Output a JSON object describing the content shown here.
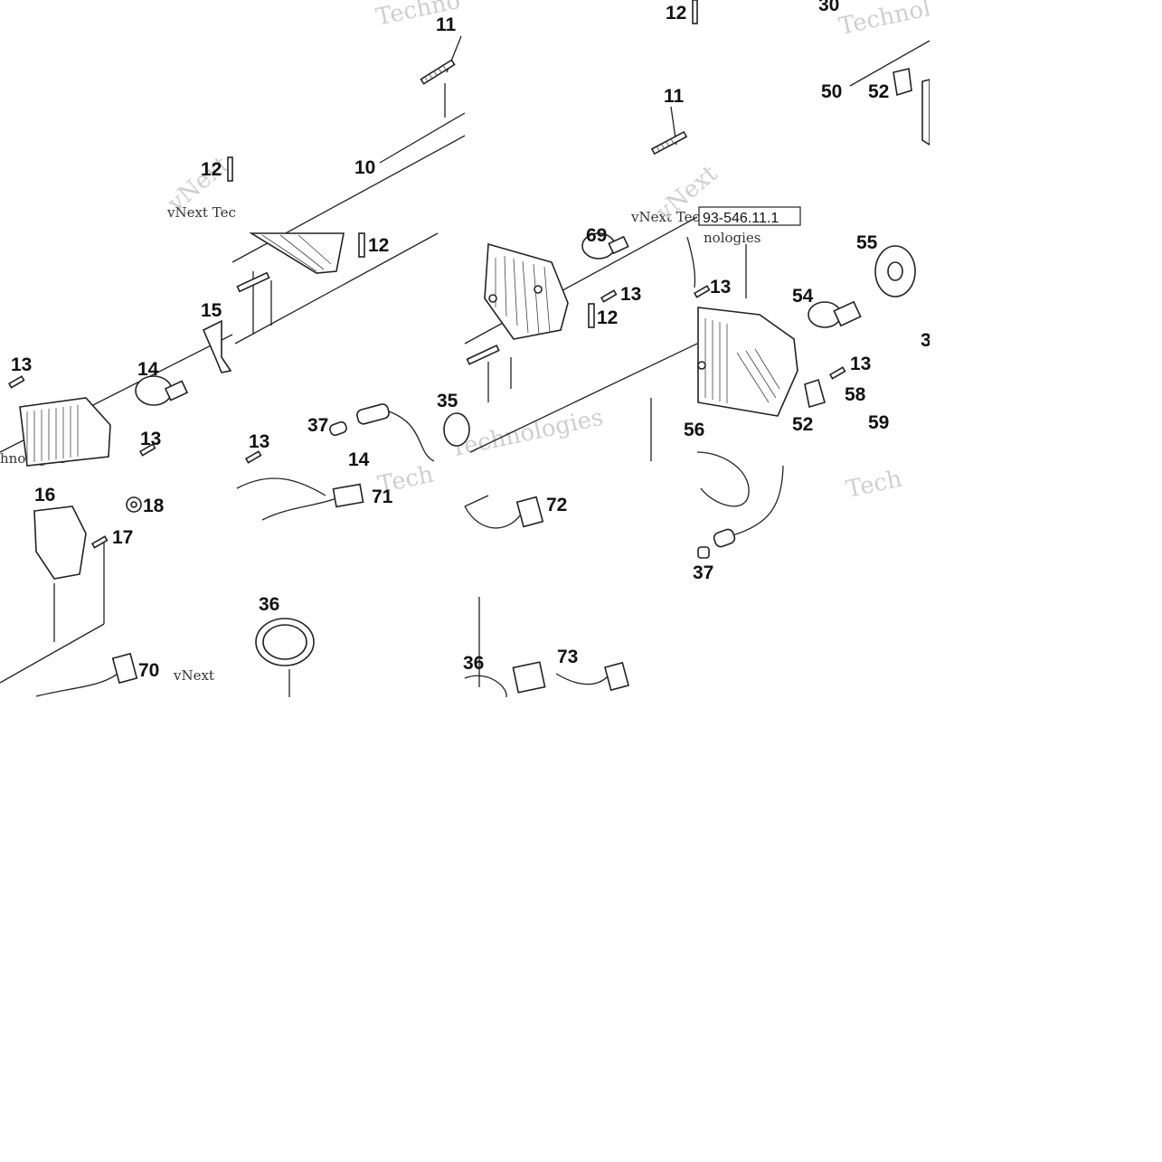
{
  "reference_code": "93-546.11.1",
  "watermarks": [
    {
      "text": "Techno"
    },
    {
      "text": "Technologies"
    },
    {
      "text": "Technologies"
    },
    {
      "text": "Tech"
    },
    {
      "text": "Tech"
    },
    {
      "text": "vNext Tec"
    },
    {
      "text": "vNext Tec"
    },
    {
      "text": "vNext"
    },
    {
      "text": "vNext"
    },
    {
      "text": "vNext"
    },
    {
      "text": "nologies"
    },
    {
      "text": "hnologies"
    }
  ],
  "callouts": [
    {
      "label": "11"
    },
    {
      "label": "10"
    },
    {
      "label": "12"
    },
    {
      "label": "12"
    },
    {
      "label": "11"
    },
    {
      "label": "30"
    },
    {
      "label": "50"
    },
    {
      "label": "52"
    },
    {
      "label": "12"
    },
    {
      "label": "13"
    },
    {
      "label": "14"
    },
    {
      "label": "15"
    },
    {
      "label": "13"
    },
    {
      "label": "13"
    },
    {
      "label": "37"
    },
    {
      "label": "14"
    },
    {
      "label": "35"
    },
    {
      "label": "69"
    },
    {
      "label": "13"
    },
    {
      "label": "12"
    },
    {
      "label": "13"
    },
    {
      "label": "55"
    },
    {
      "label": "54"
    },
    {
      "label": "13"
    },
    {
      "label": "58"
    },
    {
      "label": "52"
    },
    {
      "label": "59"
    },
    {
      "label": "56"
    },
    {
      "label": "16"
    },
    {
      "label": "18"
    },
    {
      "label": "17"
    },
    {
      "label": "71"
    },
    {
      "label": "72"
    },
    {
      "label": "37"
    },
    {
      "label": "36"
    },
    {
      "label": "70"
    },
    {
      "label": "73"
    },
    {
      "label": "36"
    },
    {
      "label": "3"
    }
  ]
}
